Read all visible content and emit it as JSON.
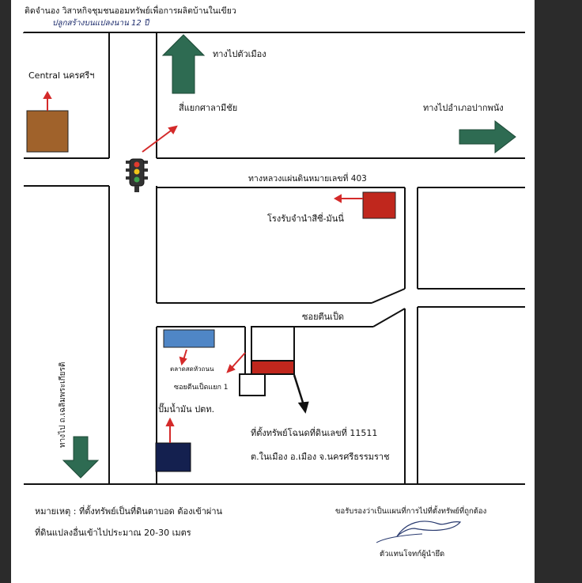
{
  "header": {
    "contact_line": "ติดจำนอง วิสาหกิจชุมชนออมทรัพย์เพื่อการผลิตบ้านในเขียว",
    "handwritten_note": "ปลูกสร้างบนแปลงนาน 12 ปี"
  },
  "map": {
    "direction_city": "ทางไปตัวเมือง",
    "central_label": "Central นครศรีฯ",
    "intersection": "สี่แยกศาลามีชัย",
    "direction_pakphanang": "ทางไปอำเภอปากพนัง",
    "highway": "ทางหลวงแผ่นดินหมายเลขที่ 403",
    "factory": "โรงรับจำนำสีซี่-มันนี่",
    "soi_main": "ซอยตีนเป็ด",
    "market": "ตลาดสดหัวถนน",
    "soi_branch": "ซอยตีนเป็ดแยก 1",
    "gas_station": "ปั๊มน้ำมัน ปตท.",
    "direction_chaloem": "ทางไป ถ.เฉลิมพระเกียรติ",
    "property_line1": "ที่ตั้งทรัพย์โฉนดที่ดินเลขที่ 11511",
    "property_line2": "ต.ในเมือง อ.เมือง จ.นครศรีธรรมราช"
  },
  "footer": {
    "note_line1": "หมายเหตุ : ที่ตั้งทรัพย์เป็นที่ดินตาบอด ต้องเข้าผ่าน",
    "note_line2": "ที่ดินแปลงอื่นเข้าไปประมาณ 20-30 เมตร",
    "certify": "ขอรับรองว่าเป็นแผนที่การไปที่ตั้งทรัพย์ที่ถูกต้อง",
    "signer": "ตัวแทนโจทก์ผู้นำยึด"
  },
  "colors": {
    "arrow_green": "#2e6b52",
    "pointer_red": "#d42a2a",
    "central_building": "#a0622b",
    "factory_building": "#c0271d",
    "market_building": "#4f86c6",
    "gas_station_building": "#14204f"
  }
}
